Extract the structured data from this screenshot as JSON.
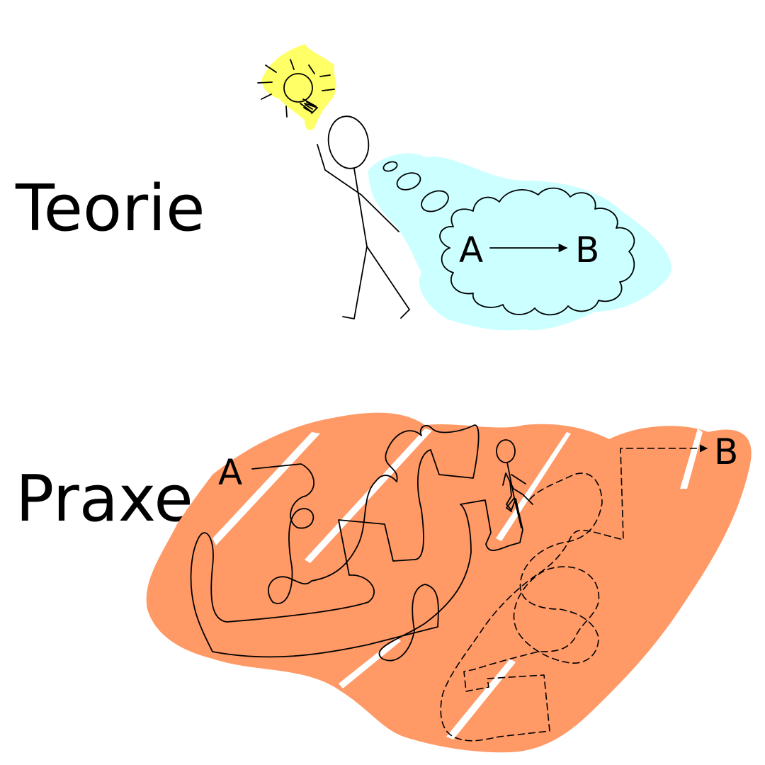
{
  "sections": {
    "theory": {
      "title": "Teorie",
      "start": "A",
      "end": "B"
    },
    "practice": {
      "title": "Praxe",
      "start": "A",
      "end": "B"
    }
  },
  "colors": {
    "idea_highlight": "#ffff66",
    "thought_cloud_scribble": "#ccffff",
    "chaos_scribble": "#ff9966",
    "ink": "#000000"
  }
}
